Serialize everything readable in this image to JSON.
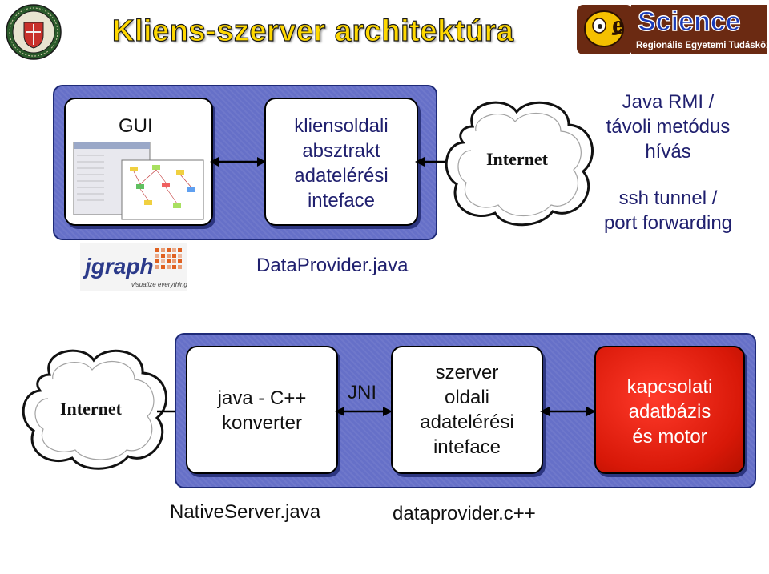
{
  "title": "Kliens-szerver architektúra",
  "logo_science": {
    "main": "Science",
    "sub": "Regionális Egyetemi Tudásközpont"
  },
  "logo_jgraph": {
    "main": "jgraph",
    "sub": "visualize everything"
  },
  "top": {
    "gui_label": "GUI",
    "client_box": [
      "kliensoldali",
      "absztrakt",
      "adatelérési",
      "inteface"
    ],
    "internet": "Internet",
    "rmi": [
      "Java RMI /",
      "távoli metódus",
      "hívás"
    ],
    "ssh": [
      "ssh tunnel /",
      "port forwarding"
    ],
    "file_label": "DataProvider.java"
  },
  "bottom": {
    "internet": "Internet",
    "converter_box": [
      "java - C++",
      "konverter"
    ],
    "jni_label": "JNI",
    "server_box": [
      "szerver",
      "oldali",
      "adatelérési",
      "inteface"
    ],
    "db_box": [
      "kapcsolati",
      "adatbázis",
      "és motor"
    ],
    "file_label_1": "NativeServer.java",
    "file_label_2": "dataprovider.c++"
  },
  "colors": {
    "panel": "#6670c8",
    "panel_border": "#1e2a78",
    "title": "#ffd800",
    "db_box": "#e01a0a",
    "text": "#1f1f6e"
  }
}
